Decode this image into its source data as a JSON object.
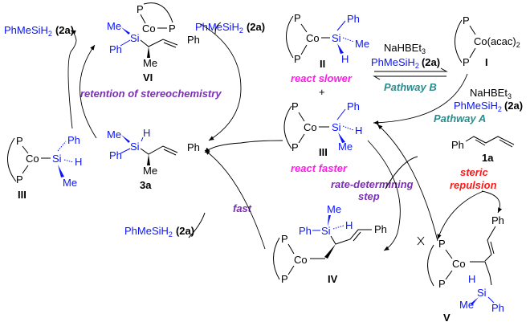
{
  "reagent": {
    "text": "PhMeSiH",
    "sub": "2",
    "tag": "(2a)"
  },
  "atoms": {
    "P": "P",
    "Co": "Co",
    "Si": "Si",
    "Me": "Me",
    "Ph": "Ph",
    "H": "H"
  },
  "compounds": {
    "I": {
      "label": "I",
      "co_acac": "Co(acac)",
      "sub": "2"
    },
    "II": {
      "label": "II",
      "note": "react slower"
    },
    "III": {
      "label": "III",
      "note": "react faster"
    },
    "IV": {
      "label": "IV"
    },
    "V": {
      "label": "V"
    },
    "VI": {
      "label": "VI"
    },
    "3a": {
      "label": "3a"
    },
    "1a": {
      "label": "1a"
    },
    "plus": "+"
  },
  "annotations": {
    "retention": "retention of stereochemistry",
    "fast": "fast",
    "rds_1": "rate-determining",
    "rds_2": "step",
    "steric_1": "steric",
    "steric_2": "repulsion",
    "pathway_a": "Pathway A",
    "pathway_b": "Pathway B",
    "nahbet": "NaHBEt",
    "nahbet_sub": "3"
  },
  "colors": {
    "silane": "#0a14ff",
    "purple": "#7b2fb5",
    "magenta": "#ff1de8",
    "teal": "#2a8c8c",
    "red": "#ff1a1a"
  }
}
